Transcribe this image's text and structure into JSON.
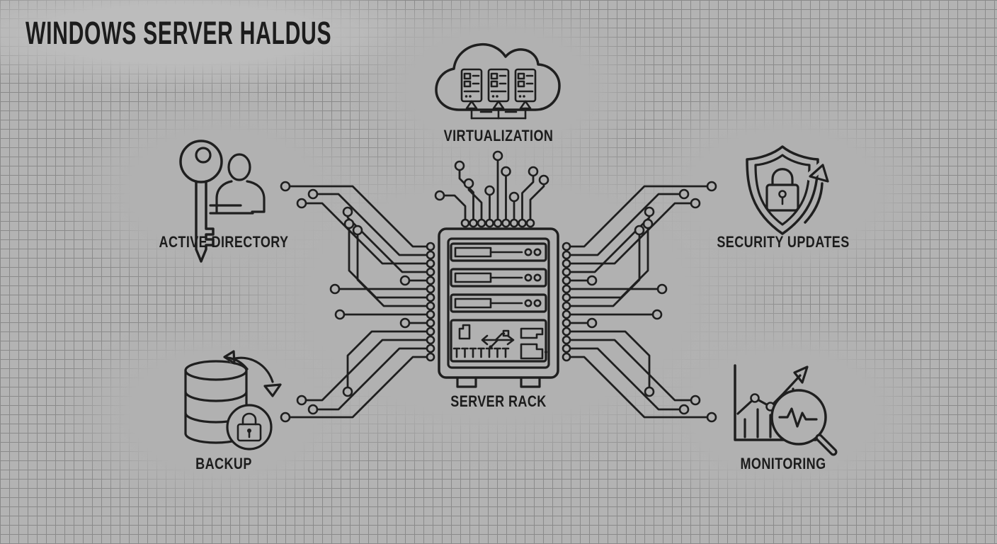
{
  "title": "WINDOWS SERVER HALDUS",
  "diagram": {
    "center": {
      "id": "server-rack",
      "label": "SERVER RACK",
      "icon": "server-rack-icon"
    },
    "nodes": [
      {
        "id": "virtualization",
        "label": "VIRTUALIZATION",
        "icon": "cloud-servers-icon",
        "position": "top"
      },
      {
        "id": "active-directory",
        "label": "ACTIVE DIRECTORY",
        "icon": "key-user-icon",
        "position": "left"
      },
      {
        "id": "security-updates",
        "label": "SECURITY UPDATES",
        "icon": "shield-lock-refresh-icon",
        "position": "right"
      },
      {
        "id": "backup",
        "label": "BACKUP",
        "icon": "database-sync-lock-icon",
        "position": "bottom-left"
      },
      {
        "id": "monitoring",
        "label": "MONITORING",
        "icon": "chart-magnifier-icon",
        "position": "bottom-right"
      }
    ],
    "connections": "circuit-board traces linking server rack to all nodes"
  },
  "colors": {
    "background": "#b3b3b3",
    "grid_line": "#8a8a8a",
    "surface_glow": "#b1b1b1",
    "line_ink": "#1f1f1f",
    "text_ink": "#1c1c1c"
  }
}
